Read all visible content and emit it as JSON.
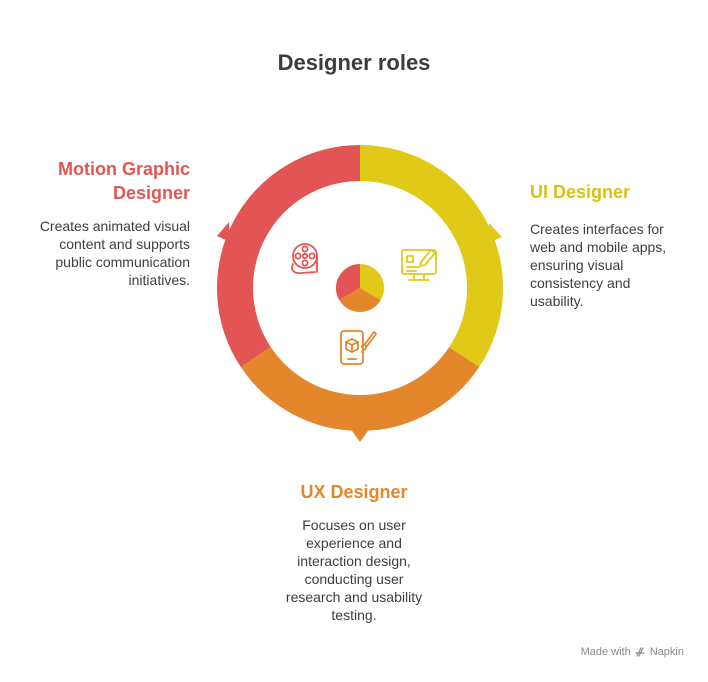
{
  "title": "Designer roles",
  "colors": {
    "motion": "#e35555",
    "ui": "#e1ca17",
    "ux": "#e3862c",
    "text": "#3e3e3e"
  },
  "roles": {
    "motion": {
      "title": "Motion Graphic\nDesigner",
      "description": "Creates animated visual\ncontent and supports\npublic communication\ninitiatives.",
      "icon": "film-reel-icon"
    },
    "ui": {
      "title": "UI Designer",
      "description": "Creates interfaces for\nweb and mobile apps,\nensuring visual\nconsistency and\nusability.",
      "icon": "design-monitor-icon"
    },
    "ux": {
      "title": "UX Designer",
      "description": "Focuses on user\nexperience and\ninteraction design,\nconducting user\nresearch and usability\ntesting.",
      "icon": "mobile-prototype-icon"
    }
  },
  "footer": {
    "made_with": "Made with",
    "brand": "Napkin"
  }
}
